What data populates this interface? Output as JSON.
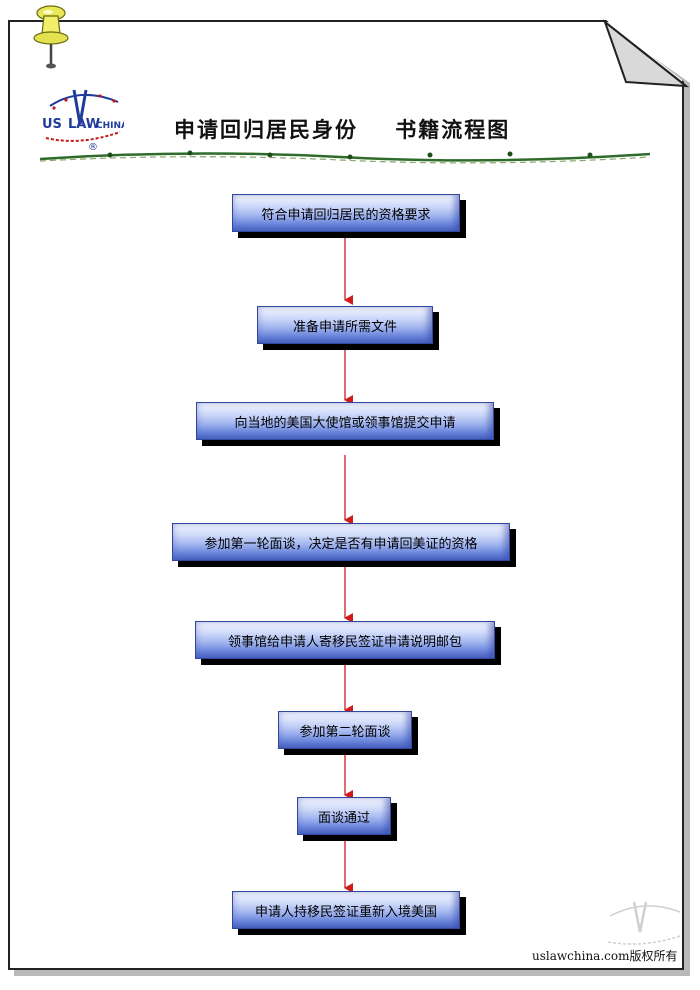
{
  "title_left": "申请回归居民身份",
  "title_right": "书籍流程图",
  "logo": {
    "us": "US",
    "law": "LAW",
    "china": "CHINA",
    "reg": "®"
  },
  "steps": [
    "符合申请回归居民的资格要求",
    "准备申请所需文件",
    "向当地的美国大使馆或领事馆提交申请",
    "参加第一轮面谈，决定是否有申请回美证的资格",
    "领事馆给申请人寄移民签证申请说明邮包",
    "参加第二轮面谈",
    "面谈通过",
    "申请人持移民签证重新入境美国"
  ],
  "footer": "uslawchina.com版权所有",
  "colors": {
    "arrow": "#d11a1a",
    "box_dark": "#5f7ed8",
    "box_light": "#f6f8ff",
    "rule": "#2f6b2a"
  }
}
